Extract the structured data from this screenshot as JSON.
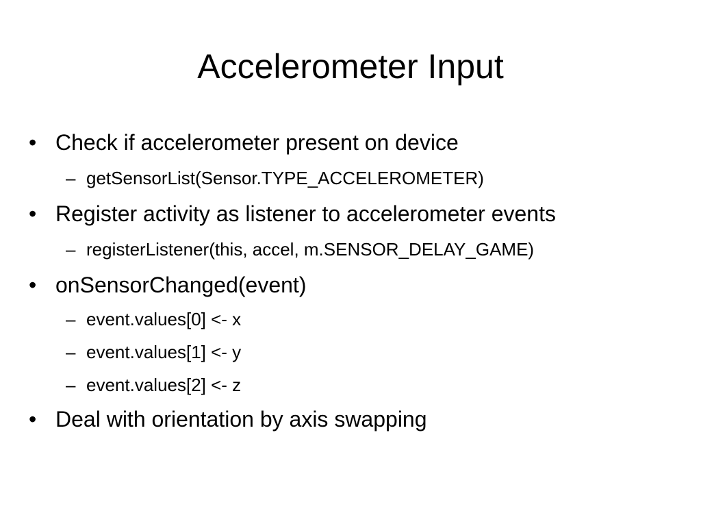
{
  "slide": {
    "title": "Accelerometer Input",
    "bullet_marker": "•",
    "sub_marker": "–",
    "items": [
      {
        "level": 1,
        "text": "Check if accelerometer present on device"
      },
      {
        "level": 2,
        "text": "getSensorList(Sensor.TYPE_ACCELEROMETER)"
      },
      {
        "level": 1,
        "text": "Register activity as listener to accelerometer events"
      },
      {
        "level": 2,
        "text": "registerListener(this, accel, m.SENSOR_DELAY_GAME)"
      },
      {
        "level": 1,
        "text": "onSensorChanged(event)"
      },
      {
        "level": 2,
        "text": "event.values[0] <- x"
      },
      {
        "level": 2,
        "text": "event.values[1] <- y"
      },
      {
        "level": 2,
        "text": "event.values[2] <- z"
      },
      {
        "level": 1,
        "text": "Deal with orientation by axis swapping"
      }
    ]
  }
}
